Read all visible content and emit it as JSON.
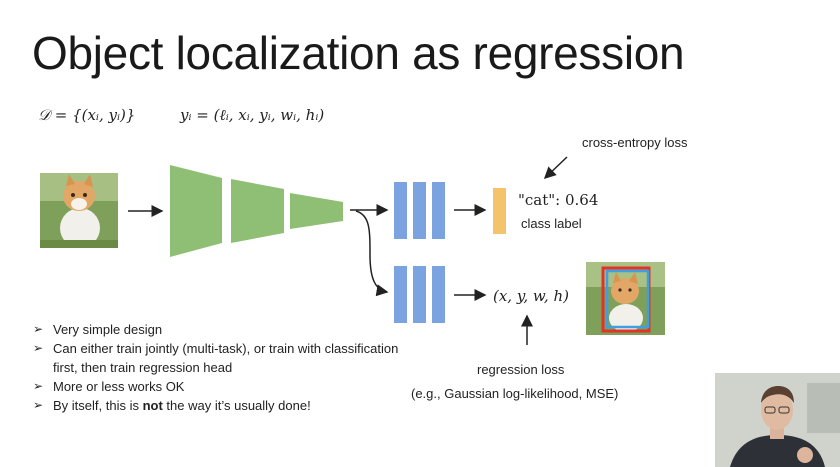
{
  "slide": {
    "title": "Object localization as regression",
    "dataset_formula": "𝒟 = {(xᵢ, yᵢ)}",
    "label_formula": "yᵢ = (ℓᵢ, xᵢ, yᵢ, wᵢ, hᵢ)",
    "diagram": {
      "cross_entropy_label": "cross-entropy loss",
      "cat_output": "\"cat\": 0.64",
      "class_label": "class label",
      "bbox_output": "(x, y, w, h)",
      "regression_loss_label": "regression loss",
      "regression_loss_examples": "(e.g., Gaussian log-likelihood, MSE)",
      "colors": {
        "encoder_green": "#8fbf74",
        "head_blue": "#7aa3e0",
        "class_bar_orange": "#f5c36b",
        "bbox_red": "#e3322a",
        "bbox_blue": "#3fa0e0"
      }
    },
    "bullets": [
      "Very simple design",
      "Can either train jointly (multi-task), or train with classification first, then train regression head",
      "More or less works OK",
      "By itself, this is not the way it’s usually done!"
    ],
    "bullet_4_parts": [
      "By itself, this is ",
      "not",
      " the way it’s usually done!"
    ]
  }
}
